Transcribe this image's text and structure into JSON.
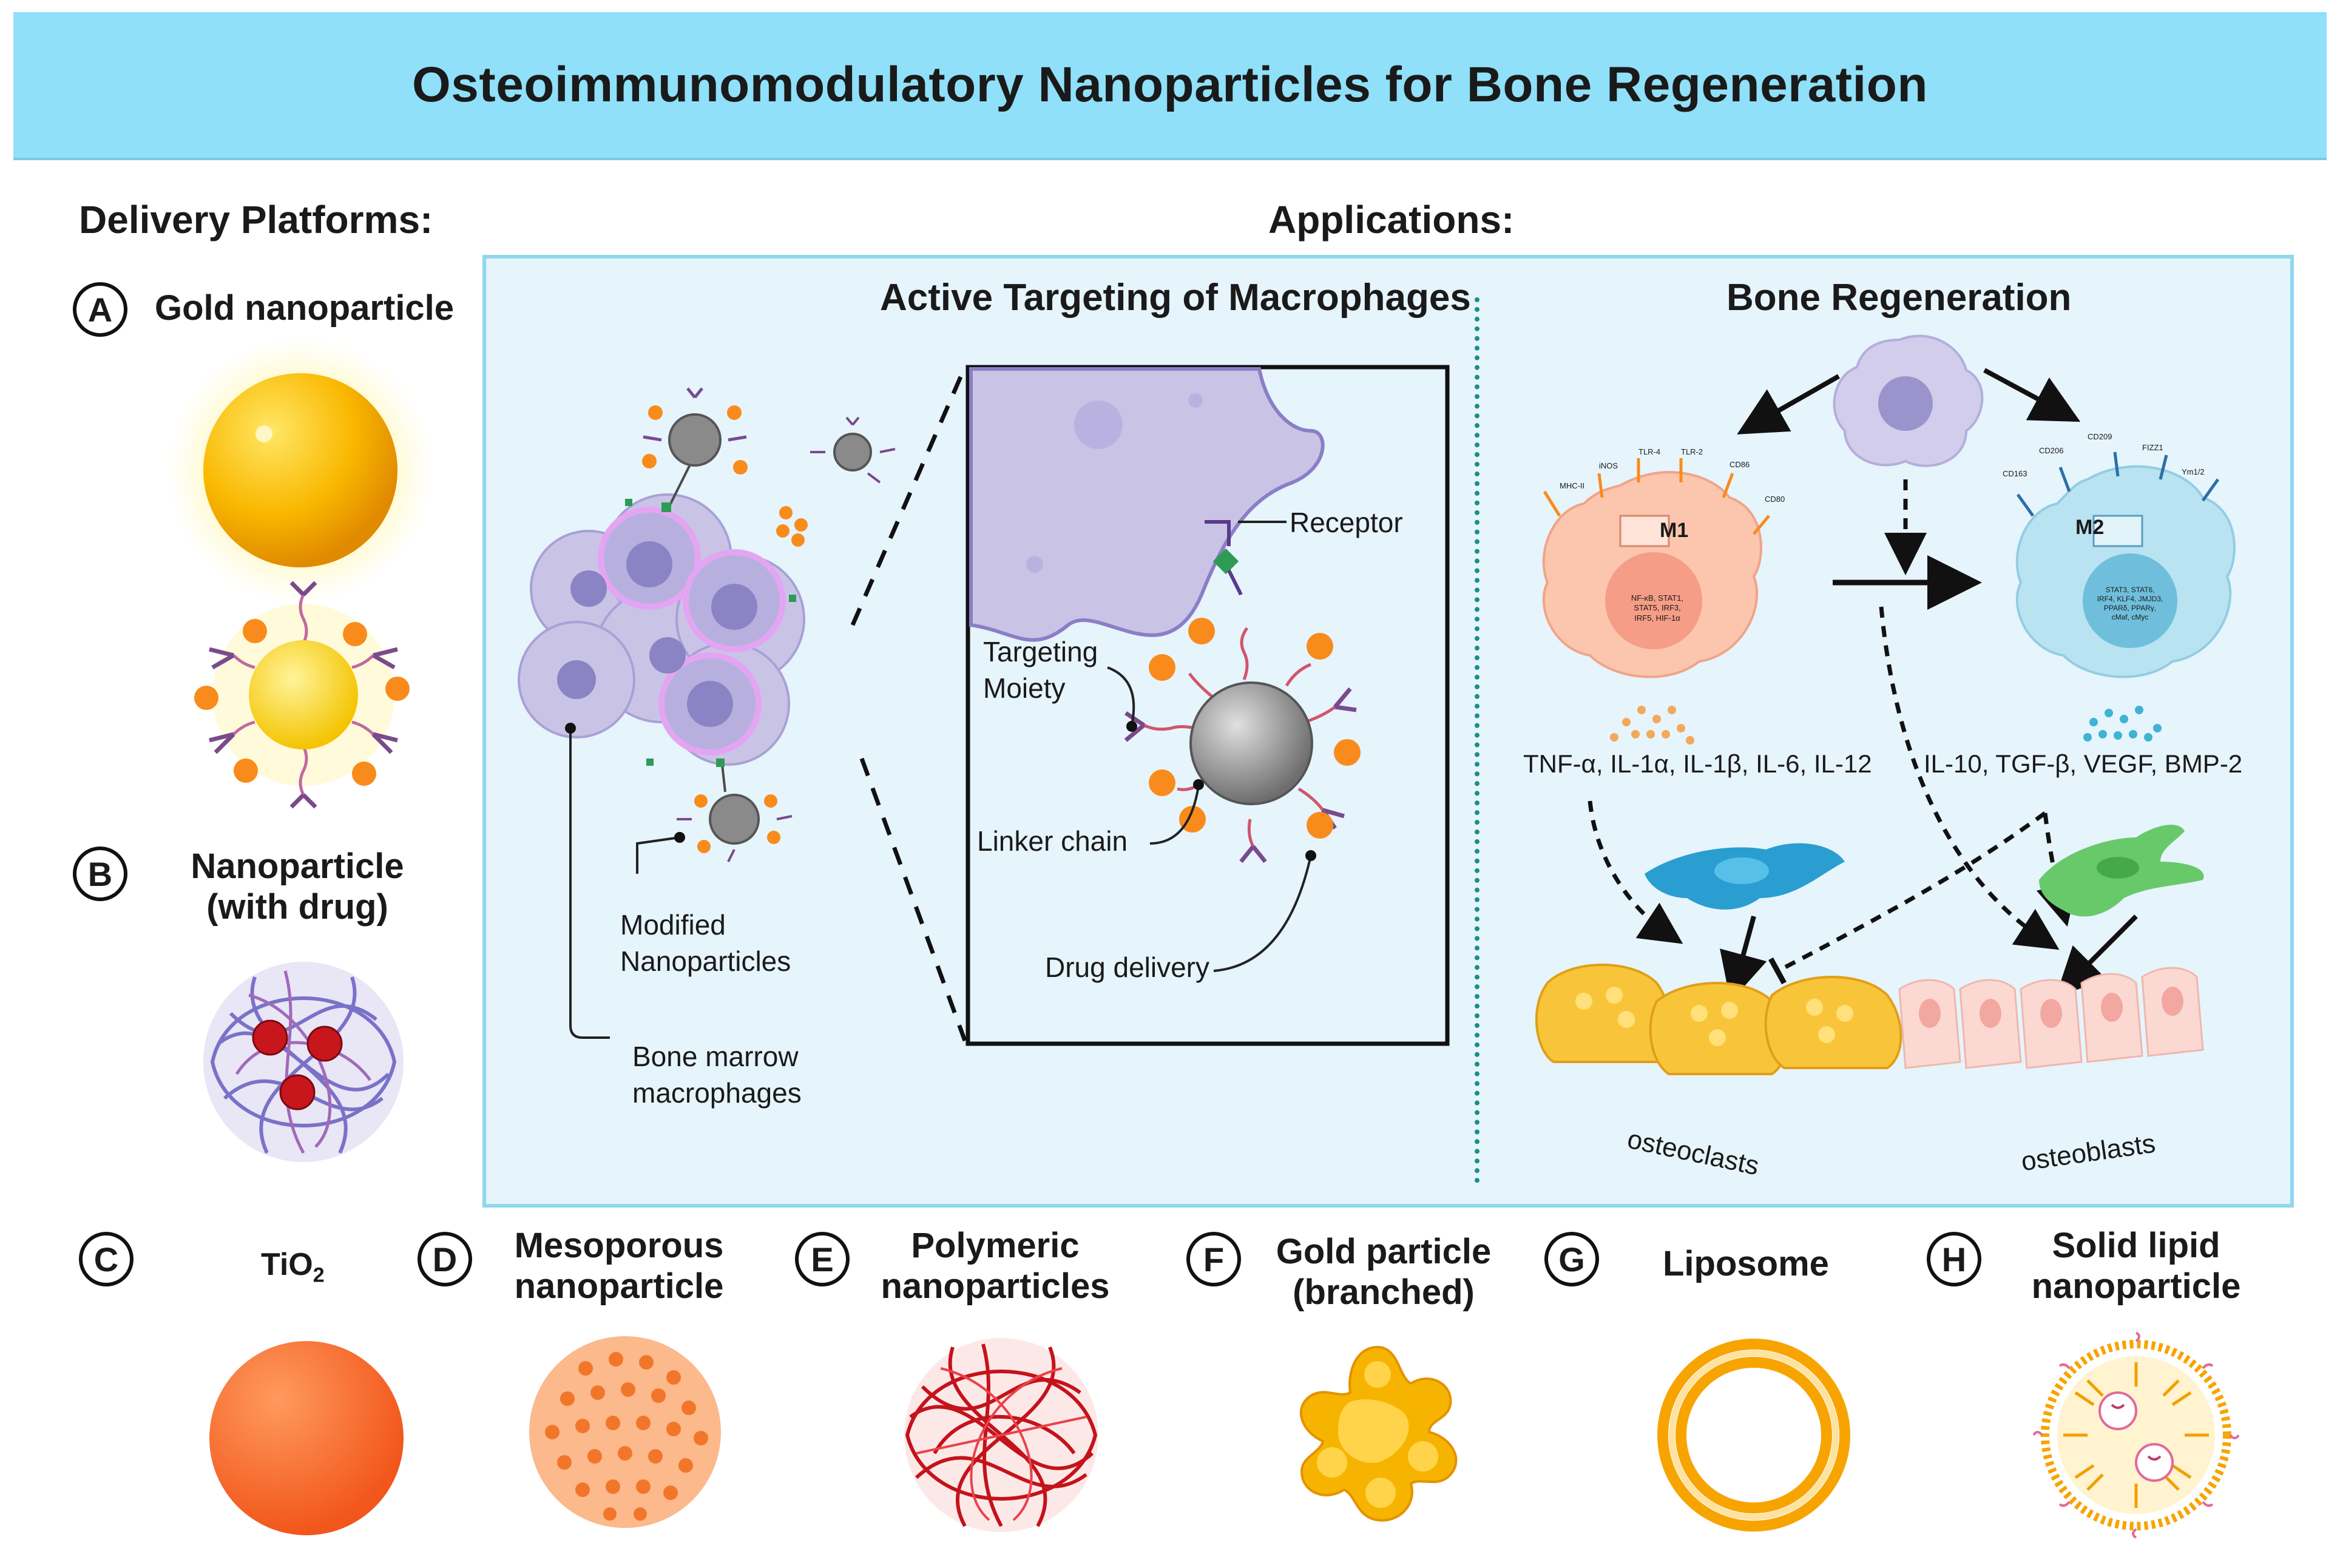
{
  "title": "Osteoimmunomodulatory Nanoparticles for Bone Regeneration",
  "sections": {
    "delivery": "Delivery Platforms:",
    "applications": "Applications:"
  },
  "platforms": [
    {
      "letter": "A",
      "label": "Gold nanoparticle"
    },
    {
      "letter": "B",
      "label_line1": "Nanoparticle",
      "label_line2": "(with drug)"
    },
    {
      "letter": "C",
      "label_main": "TiO",
      "label_sub": "2"
    },
    {
      "letter": "D",
      "label_line1": "Mesoporous",
      "label_line2": "nanoparticle"
    },
    {
      "letter": "E",
      "label_line1": "Polymeric",
      "label_line2": "nanoparticles"
    },
    {
      "letter": "F",
      "label_line1": "Gold particle",
      "label_line2": "(branched)"
    },
    {
      "letter": "G",
      "label": "Liposome"
    },
    {
      "letter": "H",
      "label_line1": "Solid lipid",
      "label_line2": "nanoparticle"
    }
  ],
  "targeting": {
    "title": "Active Targeting of Macrophages",
    "receptor": "Receptor",
    "targeting_moiety_1": "Targeting",
    "targeting_moiety_2": "Moiety",
    "linker": "Linker chain",
    "drug": "Drug delivery",
    "modified_1": "Modified",
    "modified_2": "Nanoparticles",
    "bmm_1": "Bone marrow",
    "bmm_2": "macrophages"
  },
  "regeneration": {
    "title": "Bone Regeneration",
    "m1": "M1",
    "m2": "M2",
    "m1_cytokines": "TNF-α, IL-1α, IL-1β, IL-6, IL-12",
    "m2_cytokines": "IL-10, TGF-β, VEGF, BMP-2",
    "osteoclasts": "osteoclasts",
    "osteoblasts": "osteoblasts",
    "m1_markers": [
      "MHC-II",
      "iNOS",
      "TLR-4",
      "TLR-2",
      "CD86",
      "CD80"
    ],
    "m2_markers": [
      "CD163",
      "CD206",
      "CD209",
      "FIZZ1",
      "Ym1/2"
    ],
    "m1_nucleus": [
      "NF-κB, STAT1,",
      "STAT5, IRF3,",
      "IRF5, HIF-1α"
    ],
    "m2_nucleus": [
      "STAT3, STAT6,",
      "IRF4, KLF4, JMJD3,",
      "PPARδ, PPARγ,",
      "cMaf, cMyc"
    ]
  },
  "colors": {
    "banner": "#8fe0f8",
    "app_bg": "#e6f4fc",
    "gold": "#f7b500",
    "orange": "#f98b1c",
    "tio2": "#ff6a2b",
    "m1": "#fbc6ad",
    "m2": "#b9e3f0"
  }
}
